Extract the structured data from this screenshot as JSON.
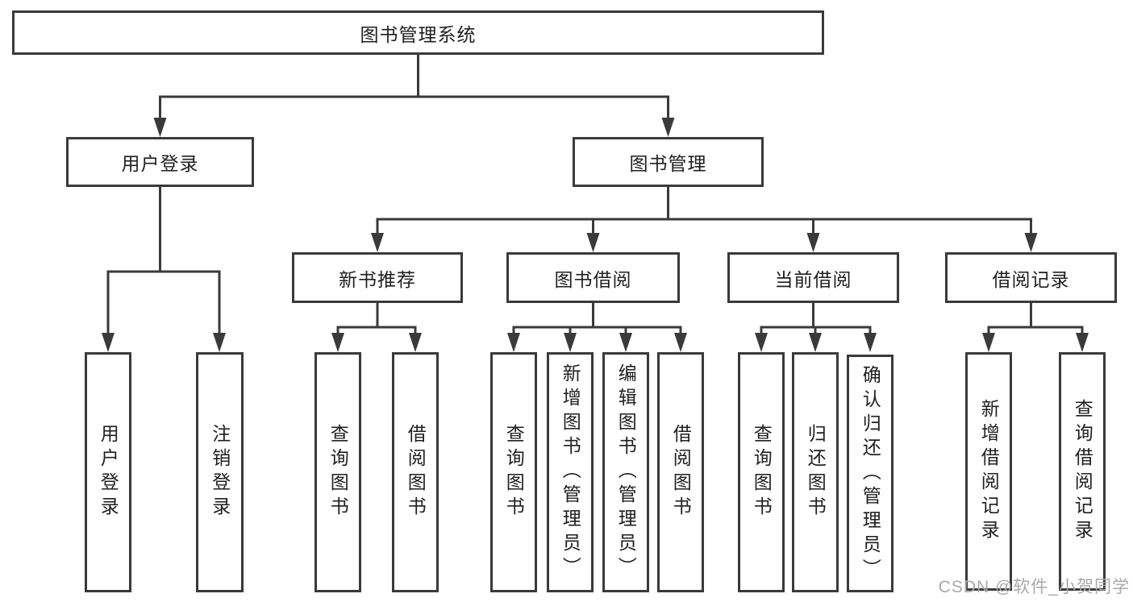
{
  "diagram": {
    "root": {
      "label": "图书管理系统"
    },
    "level2": [
      {
        "label": "用户登录",
        "leaves": [
          {
            "label": "用户登录"
          },
          {
            "label": "注销登录"
          }
        ]
      },
      {
        "label": "图书管理",
        "children": [
          {
            "label": "新书推荐",
            "leaves": [
              {
                "label": "查询图书"
              },
              {
                "label": "借阅图书"
              }
            ]
          },
          {
            "label": "图书借阅",
            "leaves": [
              {
                "label": "查询图书"
              },
              {
                "label": "新增图书（管理员）"
              },
              {
                "label": "编辑图书（管理员）"
              },
              {
                "label": "借阅图书"
              }
            ]
          },
          {
            "label": "当前借阅",
            "leaves": [
              {
                "label": "查询图书"
              },
              {
                "label": "归还图书"
              },
              {
                "label": "确认归还（管理员）"
              }
            ]
          },
          {
            "label": "借阅记录",
            "leaves": [
              {
                "label": "新增借阅记录"
              },
              {
                "label": "查询借阅记录"
              }
            ]
          }
        ]
      }
    ]
  },
  "watermark": {
    "text": "CSDN @软件_小贺同学"
  },
  "colors": {
    "line": "#3a3a3a",
    "text": "#1f1f1f",
    "watermark": "#a8a8a8",
    "background": "#ffffff"
  }
}
